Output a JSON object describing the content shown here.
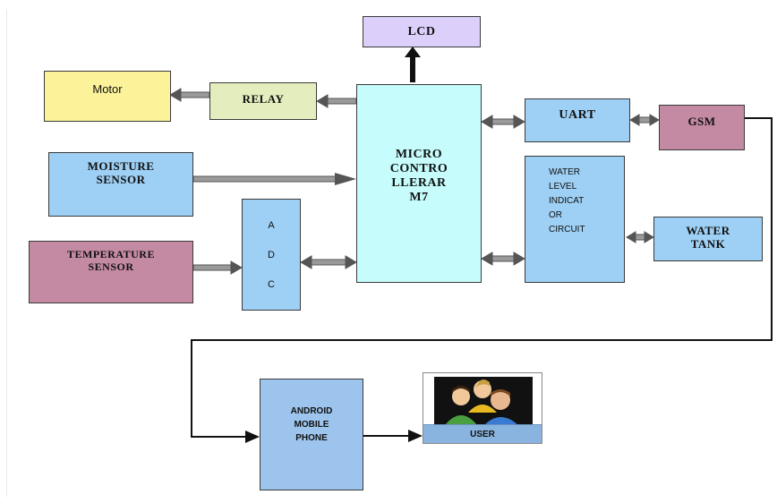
{
  "diagram": {
    "blocks": {
      "lcd": "LCD",
      "motor": "Motor",
      "relay": "RELAY",
      "micro": "MICRO\nCONTRO\nLLERAR\nM7",
      "uart": "UART",
      "gsm": "GSM",
      "moisture": "MOISTURE\nSENSOR",
      "water_level": "WATER\nLEVEL\nINDICAT\nOR\nCIRCUIT",
      "water_tank": "WATER\nTANK",
      "temperature": "TEMPERATURE\nSENSOR",
      "adc_a": "A",
      "adc_d": "D",
      "adc_c": "C",
      "android": "ANDROID\nMOBILE\nPHONE",
      "user": "USER"
    },
    "colors": {
      "yellow": "#fbf29a",
      "light_green": "#e3edbe",
      "blue": "#9ecff4",
      "cyan": "#c6fcfc",
      "lavender": "#dcd0fa",
      "mauve": "#c48aa4",
      "arrow": "#4a4a4a"
    }
  }
}
